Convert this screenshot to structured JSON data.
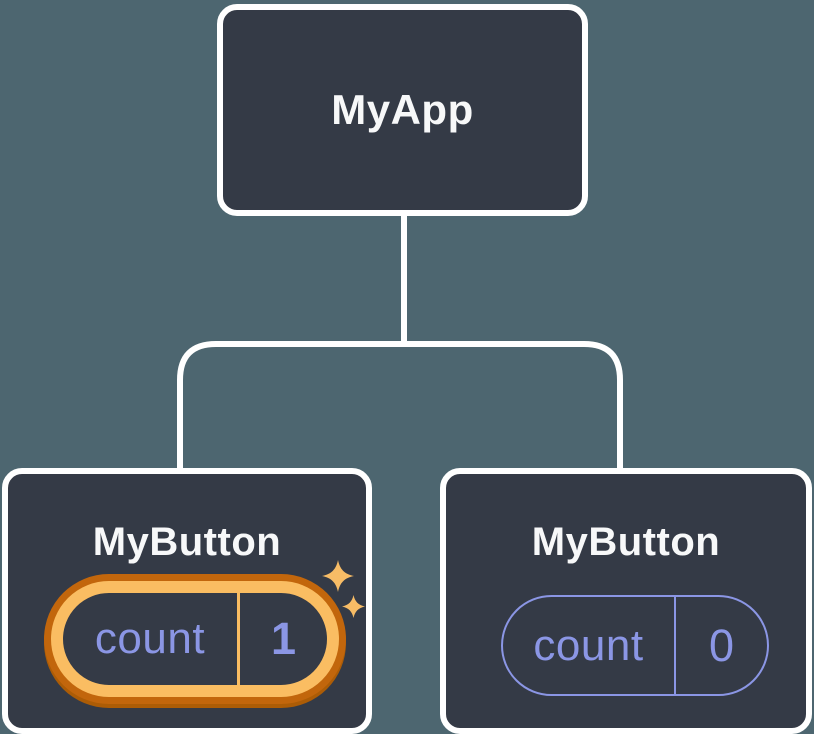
{
  "colors": {
    "background": "#4D6670",
    "card_fill": "#343A46",
    "card_border": "#FFFFFF",
    "connector": "#FFFFFF",
    "state_purple": "#8B96E5",
    "highlight_orange_light": "#FABD62",
    "highlight_orange_dark": "#C2660C",
    "sparkle_orange": "#F7BC66"
  },
  "tree": {
    "root": {
      "label": "MyApp"
    },
    "children": [
      {
        "label": "MyButton",
        "state": {
          "key": "count",
          "value": "1"
        },
        "highlighted": true,
        "icon": "sparkles-icon"
      },
      {
        "label": "MyButton",
        "state": {
          "key": "count",
          "value": "0"
        },
        "highlighted": false
      }
    ]
  }
}
